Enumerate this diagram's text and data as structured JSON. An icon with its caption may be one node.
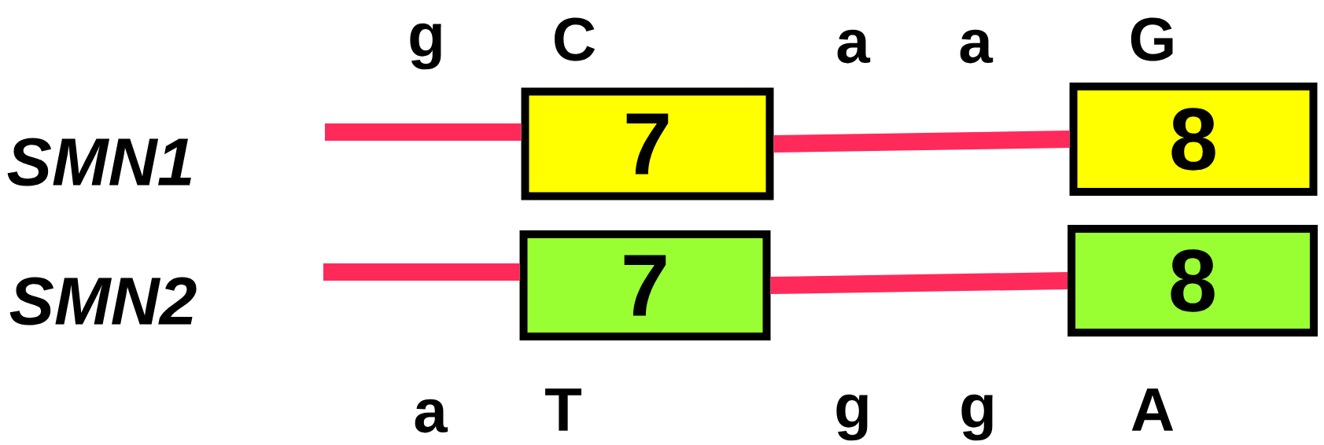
{
  "diagram": {
    "nodes": [
      {
        "text": [
          "7"
        ]
      },
      {
        "text": [
          "8"
        ]
      },
      {
        "text": [
          "7"
        ]
      },
      {
        "text": [
          "8"
        ]
      }
    ],
    "edges": [
      {
        "from": null,
        "to": 0,
        "arrow": "none"
      },
      {
        "from": 0,
        "to": 1,
        "arrow": "none"
      },
      {
        "from": null,
        "to": 2,
        "arrow": "none"
      },
      {
        "from": 2,
        "to": 3,
        "arrow": "none"
      }
    ],
    "labels": [
      "g",
      "C",
      "a",
      "a",
      "G",
      "SMN1",
      "SMN2",
      "a",
      "T",
      "g",
      "g",
      "A"
    ]
  }
}
